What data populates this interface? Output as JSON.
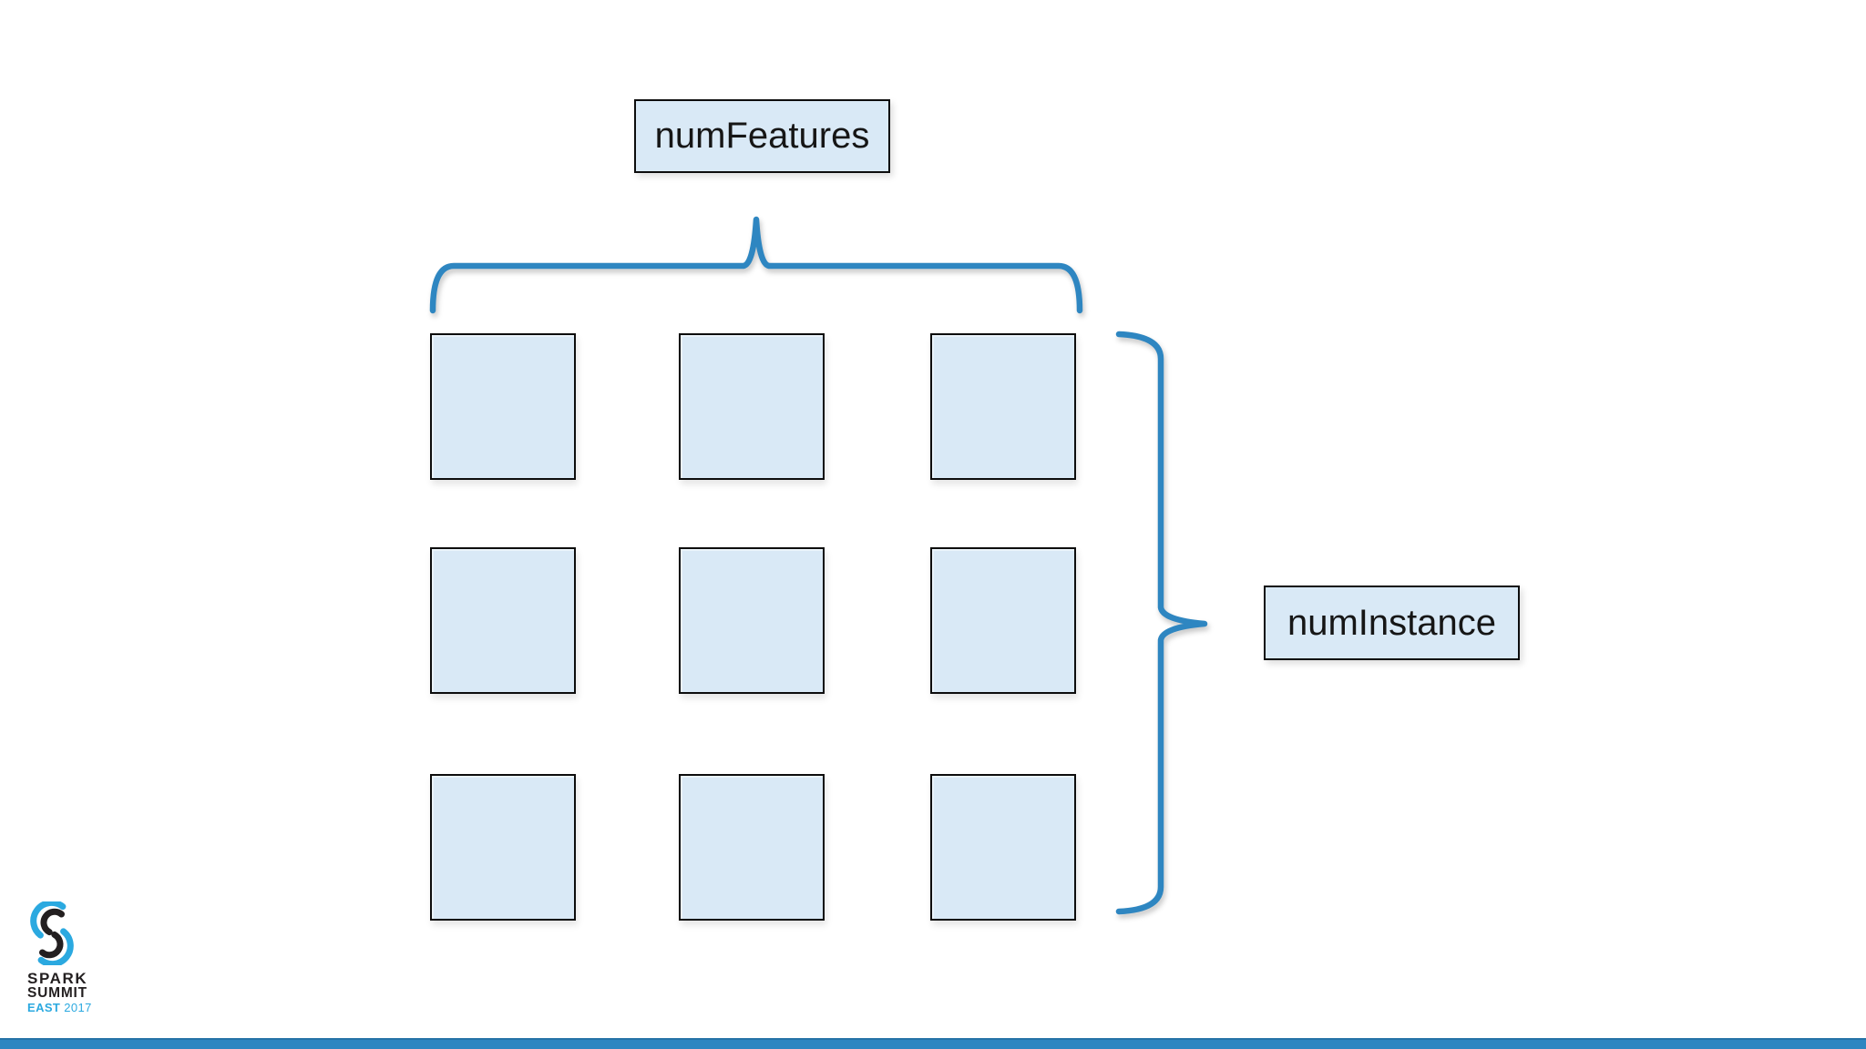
{
  "slide": {
    "labels": {
      "num_features": "numFeatures",
      "num_instances": "numInstance"
    },
    "matrix": {
      "rows": 3,
      "cols": 3,
      "cell_fill": "#d9e9f6",
      "cell_border": "#0d0d0d"
    },
    "colors": {
      "brace": "#2e86c1",
      "footer_bar": "#2e86c1",
      "label_box_fill": "#d9e9f6",
      "logo_blue": "#2ba9e0",
      "logo_black": "#231f20"
    },
    "logo": {
      "line1": "SPARK",
      "line2": "SUMMIT",
      "east": "EAST",
      "year": "2017"
    }
  }
}
